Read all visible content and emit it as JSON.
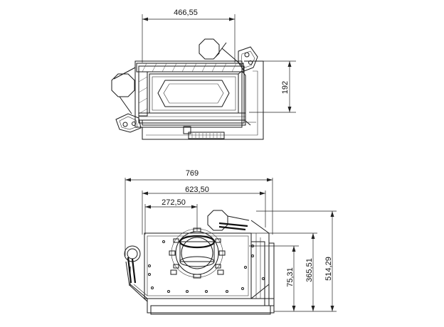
{
  "dimensions": {
    "top_width": "466,55",
    "top_depth": "192",
    "overall_width": "769",
    "mid_width": "623,50",
    "half_width": "272,50",
    "height_75": "75,31",
    "height_365": "365,51",
    "height_514": "514,29"
  }
}
